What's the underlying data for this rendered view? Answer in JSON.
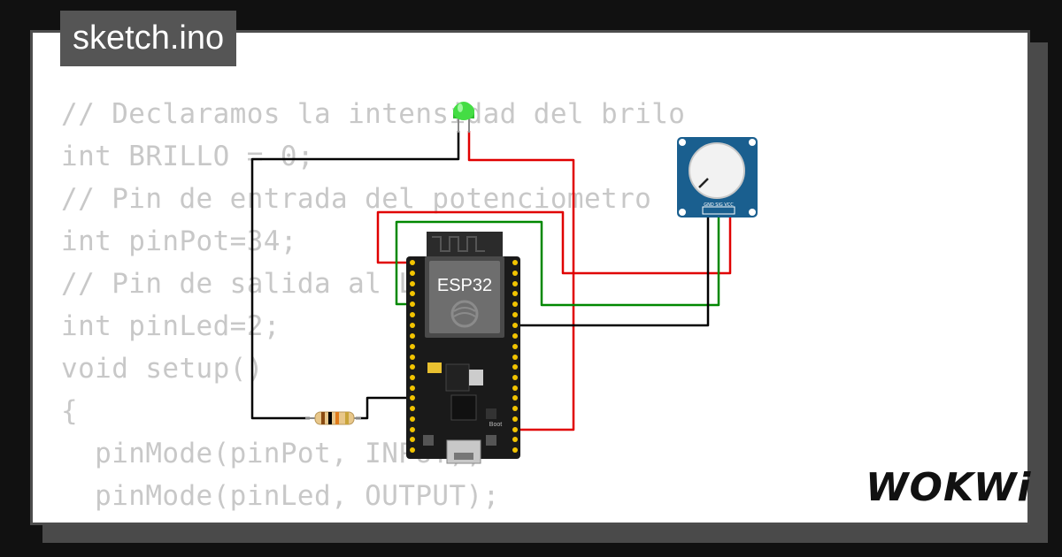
{
  "project": {
    "filename": "sketch.ino"
  },
  "code_lines": [
    "// Declaramos la intensidad del brilo",
    "int BRILLO = 0;",
    "// Pin de entrada del potenciometro",
    "int pinPot=34;",
    "// Pin de salida al LED",
    "int pinLed=2;",
    "void setup()",
    "{",
    "  pinMode(pinPot, INPUT);",
    "  pinMode(pinLed, OUTPUT);",
    "}"
  ],
  "board": {
    "label": "ESP32",
    "boot_label": "Boot"
  },
  "potentiometer": {
    "pin_labels": "GND SIG VCC"
  },
  "brand": {
    "logo": "WOKWi"
  },
  "colors": {
    "background": "#111111",
    "wire_red": "#e00000",
    "wire_green": "#008800",
    "wire_black": "#000000",
    "led": "#44dd44",
    "pot_body": "#1a5f8f"
  }
}
